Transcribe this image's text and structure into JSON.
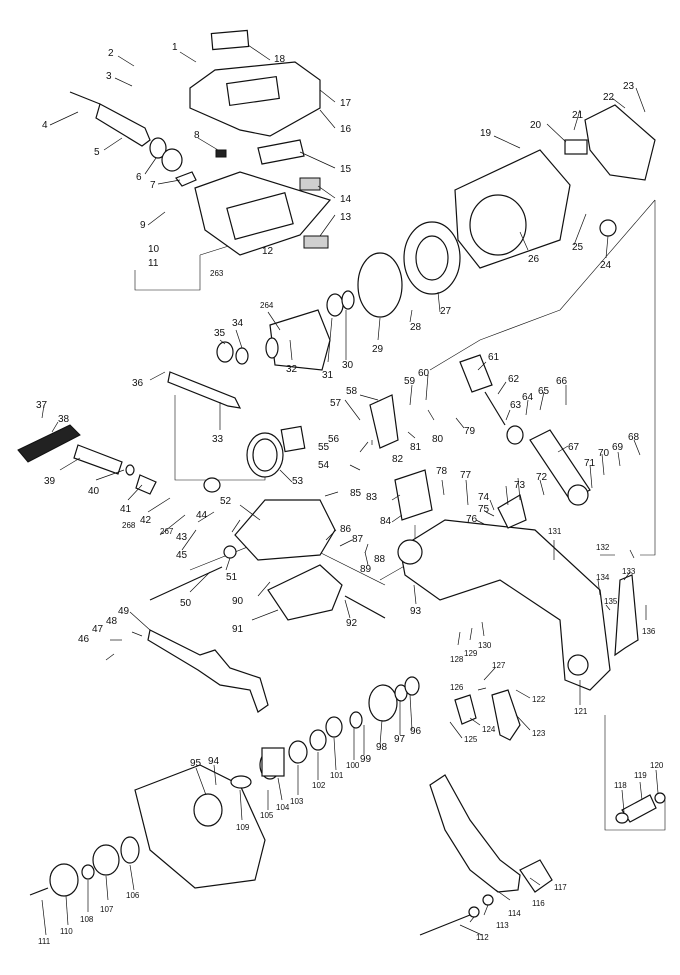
{
  "diagram": {
    "labels": {
      "p1": "1",
      "p2": "2",
      "p3": "3",
      "p4": "4",
      "p5": "5",
      "p6": "6",
      "p7": "7",
      "p8": "8",
      "p9": "9",
      "p10": "10",
      "p11": "11",
      "p12": "12",
      "p13": "13",
      "p14": "14",
      "p15": "15",
      "p16": "16",
      "p17": "17",
      "p18": "18",
      "p19": "19",
      "p20": "20",
      "p21": "21",
      "p22": "22",
      "p23": "23",
      "p24": "24",
      "p25": "25",
      "p26": "26",
      "p27": "27",
      "p28": "28",
      "p29": "29",
      "p30": "30",
      "p31": "31",
      "p32": "32",
      "p33": "33",
      "p34": "34",
      "p35": "35",
      "p36": "36",
      "p37": "37",
      "p38": "38",
      "p39": "39",
      "p40": "40",
      "p41": "41",
      "p42": "42",
      "p43": "43",
      "p44": "44",
      "p45": "45",
      "p46": "46",
      "p47": "47",
      "p48": "48",
      "p49": "49",
      "p50": "50",
      "p51": "51",
      "p52": "52",
      "p53": "53",
      "p54": "54",
      "p55": "55",
      "p56": "56",
      "p57": "57",
      "p58": "58",
      "p59": "59",
      "p60": "60",
      "p61": "61",
      "p62": "62",
      "p63": "63",
      "p64": "64",
      "p65": "65",
      "p66": "66",
      "p67": "67",
      "p68": "68",
      "p69": "69",
      "p70": "70",
      "p71": "71",
      "p72": "72",
      "p73": "73",
      "p74": "74",
      "p75": "75",
      "p76": "76",
      "p77": "77",
      "p78": "78",
      "p79": "79",
      "p80": "80",
      "p81": "81",
      "p82": "82",
      "p83": "83",
      "p84": "84",
      "p85": "85",
      "p86": "86",
      "p87": "87",
      "p88": "88",
      "p89": "89",
      "p90": "90",
      "p91": "91",
      "p92": "92",
      "p93": "93",
      "p94": "94",
      "p95": "95",
      "p96": "96",
      "p97": "97",
      "p98": "98",
      "p99": "99",
      "p100": "100",
      "p101": "101",
      "p102": "102",
      "p103": "103",
      "p104": "104",
      "p105": "105",
      "p106": "106",
      "p107": "107",
      "p108": "108",
      "p109": "109",
      "p110": "110",
      "p111": "111",
      "p112": "112",
      "p113": "113",
      "p114": "114",
      "p116": "116",
      "p117": "117",
      "p118": "118",
      "p119": "119",
      "p120": "120",
      "p121": "121",
      "p122": "122",
      "p123": "123",
      "p124": "124",
      "p125": "125",
      "p126": "126",
      "p127": "127",
      "p128": "128",
      "p129": "129",
      "p130": "130",
      "p131": "131",
      "p132": "132",
      "p133": "133",
      "p134": "134",
      "p135": "135",
      "p136": "136",
      "p263": "263",
      "p264": "264",
      "p267": "267",
      "p268": "268"
    }
  }
}
